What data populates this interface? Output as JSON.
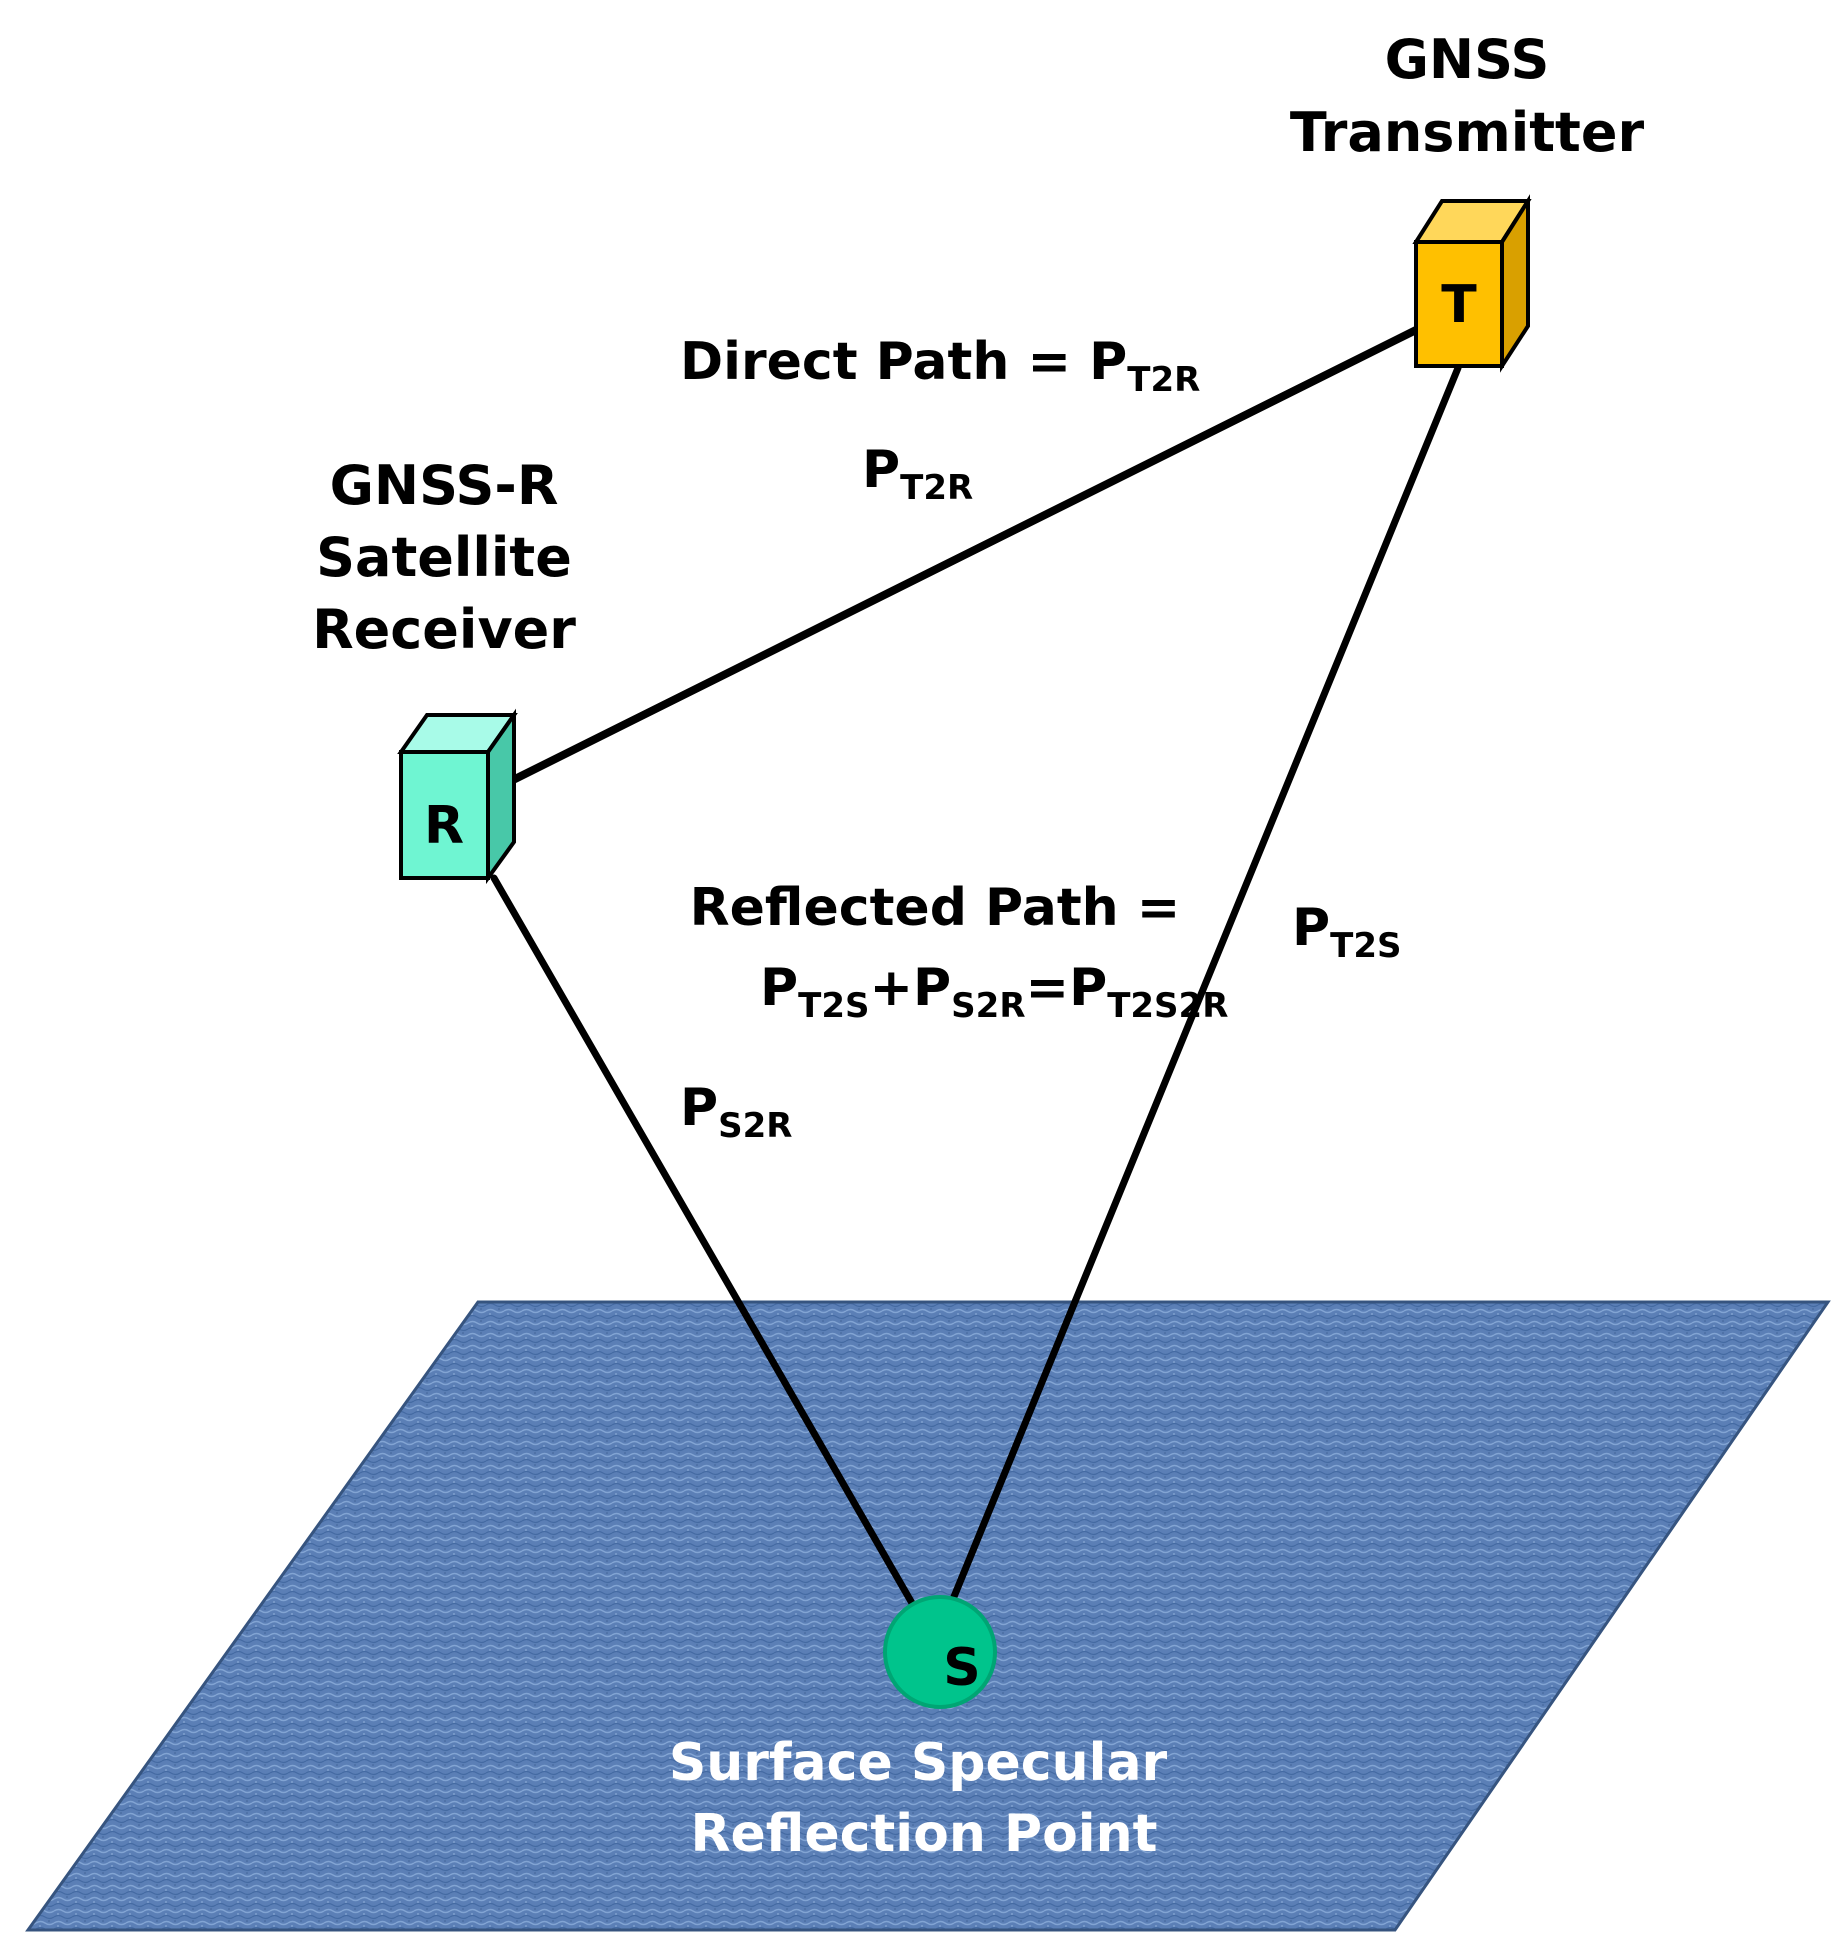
{
  "colors": {
    "background": "#ffffff",
    "surface": "#5b7fb6",
    "surface_texture": "#8fb0dc",
    "surface_edge": "#36547f",
    "receiver": "#6ff5d2",
    "receiver_side": "#48c8a8",
    "transmitter": "#ffc000",
    "transmitter_side": "#d9a000",
    "specular_point": "#00c48c",
    "path_line": "#000000",
    "dark_text": "#000000",
    "light_text": "#ffffff"
  },
  "transmitter": {
    "title_line1": "GNSS",
    "title_line2": "Transmitter",
    "box_letter": "T"
  },
  "receiver": {
    "title_line1": "GNSS-R",
    "title_line2": "Satellite",
    "title_line3": "Receiver",
    "box_letter": "R"
  },
  "specular": {
    "point_letter": "S",
    "label_line1": "Surface Specular",
    "label_line2": "Reflection Point"
  },
  "direct_path": {
    "caption_prefix": "Direct Path = P",
    "caption_sub": "T2R",
    "line_label_main": "P",
    "line_label_sub": "T2R"
  },
  "reflected_path": {
    "caption_line1": "Reflected Path =",
    "term1_main": "P",
    "term1_sub": "T2S",
    "plus": "+",
    "term2_main": "P",
    "term2_sub": "S2R",
    "equals": "=",
    "term3_main": "P",
    "term3_sub": "T2S2R"
  },
  "t2s_label": {
    "main": "P",
    "sub": "T2S"
  },
  "s2r_label": {
    "main": "P",
    "sub": "S2R"
  }
}
